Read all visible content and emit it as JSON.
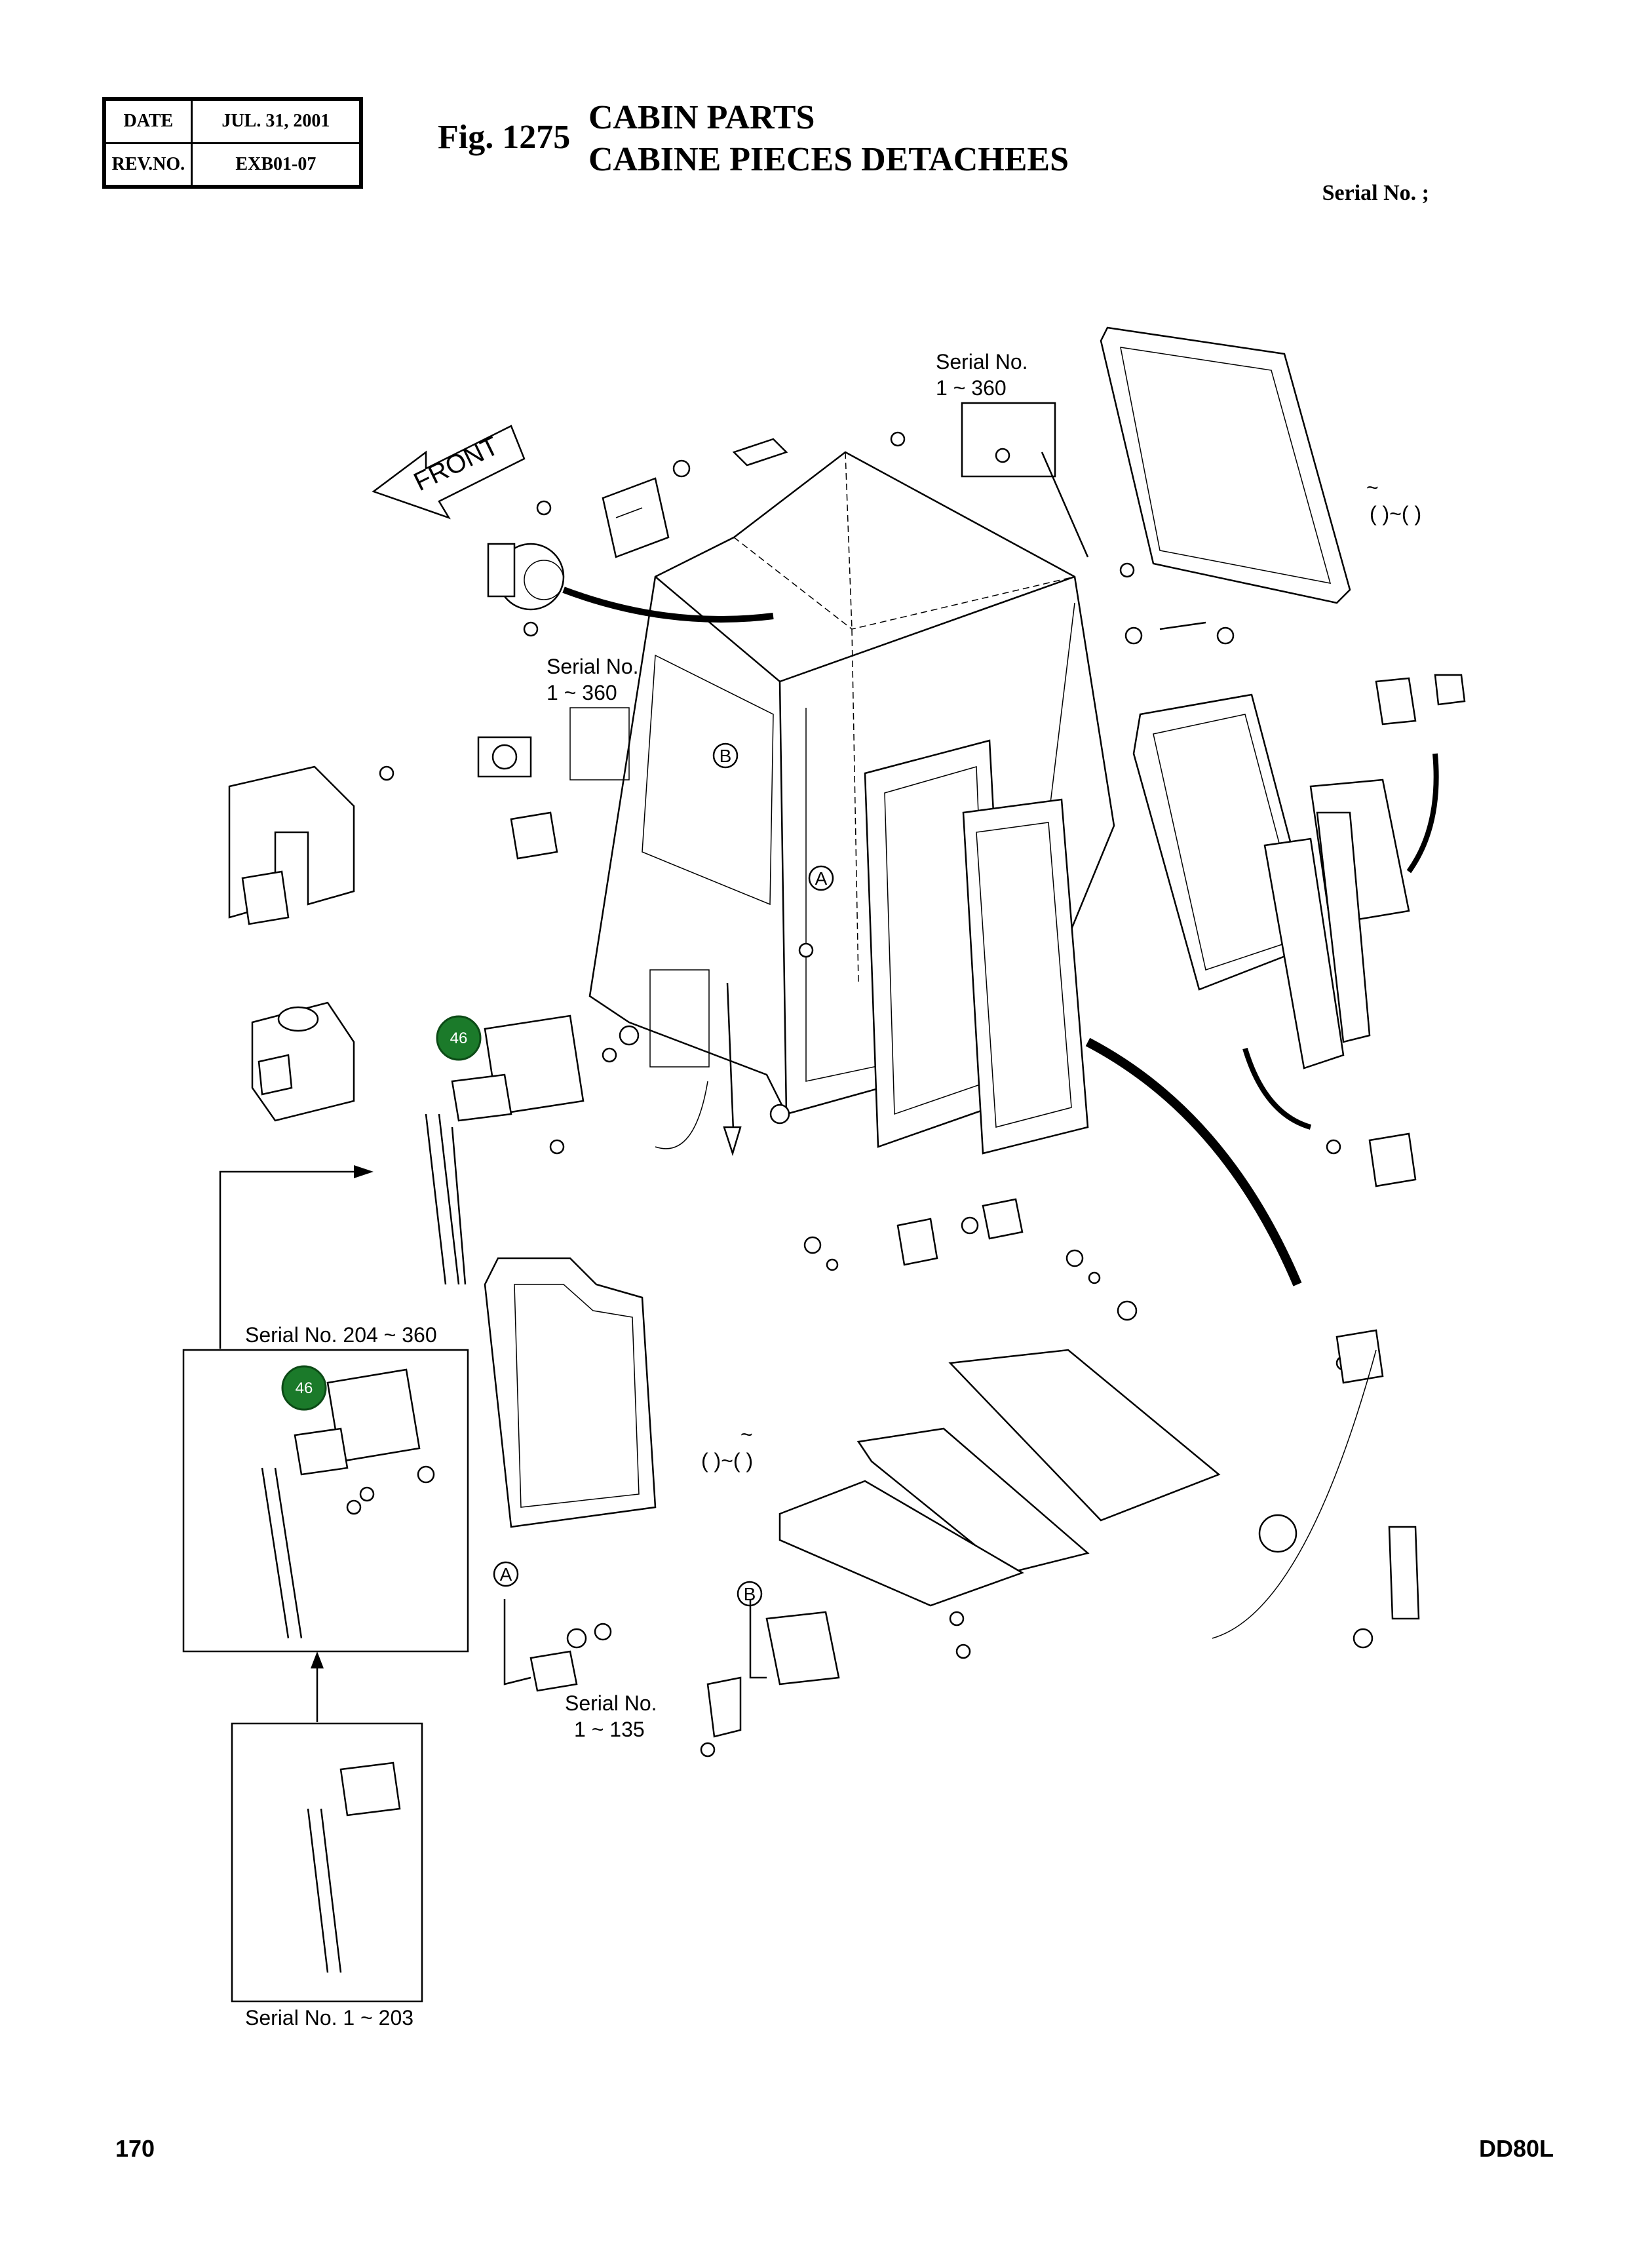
{
  "header": {
    "date_label": "DATE",
    "date_value": "JUL. 31, 2001",
    "rev_label": "REV.NO.",
    "rev_value": "EXB01-07"
  },
  "figure": {
    "number": "Fig. 1275",
    "title_en": "CABIN PARTS",
    "title_fr": "CABINE PIECES DETACHEES",
    "serial_header": "Serial No. ;"
  },
  "callouts": {
    "serial_1_360_a_line1": "Serial No.",
    "serial_1_360_a_line2": "1 ~ 360",
    "serial_1_360_b_line1": "Serial No.",
    "serial_1_360_b_line2": "1 ~ 360",
    "serial_204_360": "Serial No. 204 ~ 360",
    "serial_1_135_line1": "Serial No.",
    "serial_1_135_line2": "1 ~ 135",
    "serial_1_203": "Serial No. 1 ~ 203",
    "front": "FRONT",
    "circle_a": "A",
    "circle_b": "B",
    "badge_46": "46",
    "range_tilde": "~",
    "range_paren_top": "(    )~(    )",
    "range_paren_mid": "(    )~(    )"
  },
  "colors": {
    "badge_fill": "#1b7a2a",
    "badge_stroke": "#0c4a16",
    "line": "#000000"
  },
  "footer": {
    "page": "170",
    "model": "DD80L"
  }
}
